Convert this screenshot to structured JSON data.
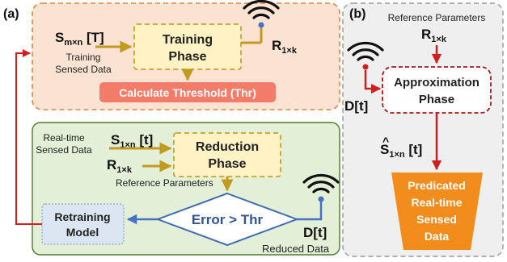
{
  "panel_a": {
    "label": "(a)",
    "training": {
      "input_main": "S",
      "input_sub": "m×n",
      "input_tail": " [T]",
      "input_caption_1": "Training",
      "input_caption_2": "Sensed Data",
      "box_line_1": "Training",
      "box_line_2": "Phase",
      "output_main": "R",
      "output_sub": "1×k",
      "threshold_label": "Calculate Threshold (Thr)"
    },
    "reduction": {
      "input1_caption_1": "Real-time",
      "input1_caption_2": "Sensed Data",
      "input1_main": "S",
      "input1_sub": "1×n",
      "input1_tail": " [t]",
      "input2_main": "R",
      "input2_sub": "1×k",
      "input2_caption": "Reference Parameters",
      "box_line_1": "Reduction",
      "box_line_2": "Phase",
      "decision_label": "Error > Thr",
      "retrain_line_1": "Retraining",
      "retrain_line_2": "Model",
      "output_label": "D[t]",
      "output_caption": "Reduced Data"
    }
  },
  "panel_b": {
    "label": "(b)",
    "ref_caption": "Reference Parameters",
    "ref_main": "R",
    "ref_sub": "1×k",
    "input_label": "D[t]",
    "box_line_1": "Approximation",
    "box_line_2": "Phase",
    "output_hat": "^",
    "output_main": "S",
    "output_sub": "1×n",
    "output_tail": " [t]",
    "result_line_1": "Predicated",
    "result_line_2": "Real-time",
    "result_line_3": "Sensed",
    "result_line_4": "Data"
  },
  "colors": {
    "training_panel_fill": "#fbe3d3",
    "training_panel_stroke": "#e8843c",
    "reduction_panel_fill": "#e3efd6",
    "reduction_panel_stroke": "#4e7a2e",
    "phase_box_fill": "#fff2c4",
    "phase_box_stroke": "#c9a227",
    "threshold_fill": "#f27b6a",
    "decision_stroke": "#3e6bb5",
    "retrain_fill": "#dce6f3",
    "arrow_gold": "#c19a1e",
    "arrow_blue": "#4472c4",
    "arrow_red": "#d11f1f",
    "result_fill": "#f28c1c",
    "panel_b_stroke": "#9a9a9a"
  },
  "icons": [
    "wifi-icon-training",
    "wifi-icon-reduction",
    "wifi-icon-approximation"
  ]
}
